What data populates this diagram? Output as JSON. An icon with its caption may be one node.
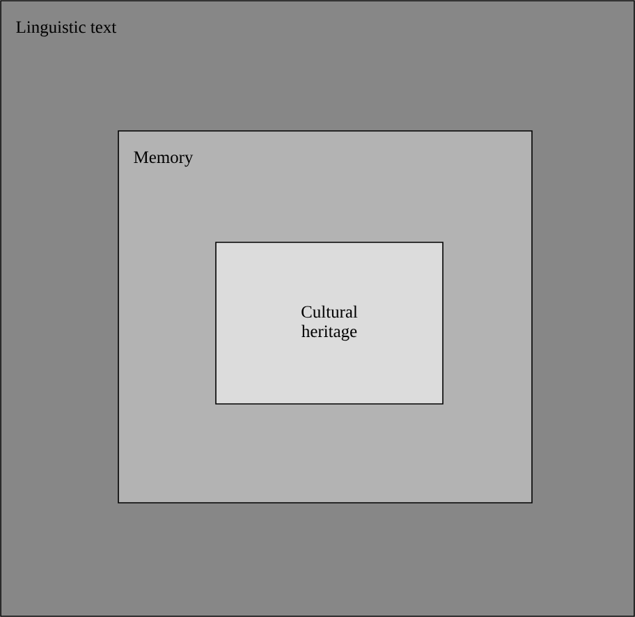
{
  "diagram": {
    "nodes": [
      {
        "text": [
          "Linguistic text"
        ]
      },
      {
        "text": [
          "Memory"
        ],
        "in": 0
      },
      {
        "text": [
          "Cultural heritage"
        ],
        "in": 1
      }
    ]
  }
}
